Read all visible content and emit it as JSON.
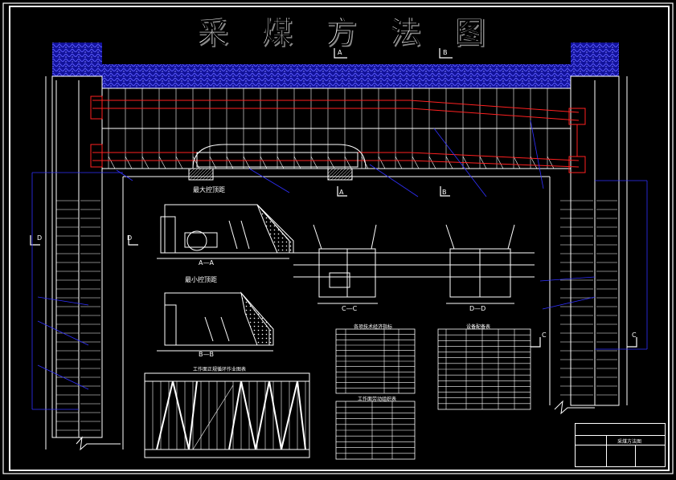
{
  "title": "采 煤 方 法 图",
  "title_chars": [
    "采",
    "煤",
    "方",
    "法",
    "图"
  ],
  "section_marks": {
    "A_top": "A",
    "B_top": "B",
    "A_bottom": "A",
    "B_bottom": "B",
    "D_left1": "D",
    "D_left2": "D",
    "C_right1": "C",
    "C_right2": "C"
  },
  "views": {
    "max_control": "最大控顶距",
    "min_control": "最小控顶距",
    "section_aa": "A—A",
    "section_bb": "B—B",
    "section_cc": "C—C",
    "section_dd": "D—D"
  },
  "chart_title": "工作面正规循环作业图表",
  "tables": {
    "t1_title": "各项技术经济指标",
    "t2_title": "工作面劳动组织表",
    "t3_title": "设备配备表"
  },
  "title_block": {
    "drawing_name": "采煤方法图"
  },
  "colors": {
    "background": "#000000",
    "line": "#ffffff",
    "support": "#ff2020",
    "rock": "#1a1ab8",
    "cable": "#3030ff"
  }
}
